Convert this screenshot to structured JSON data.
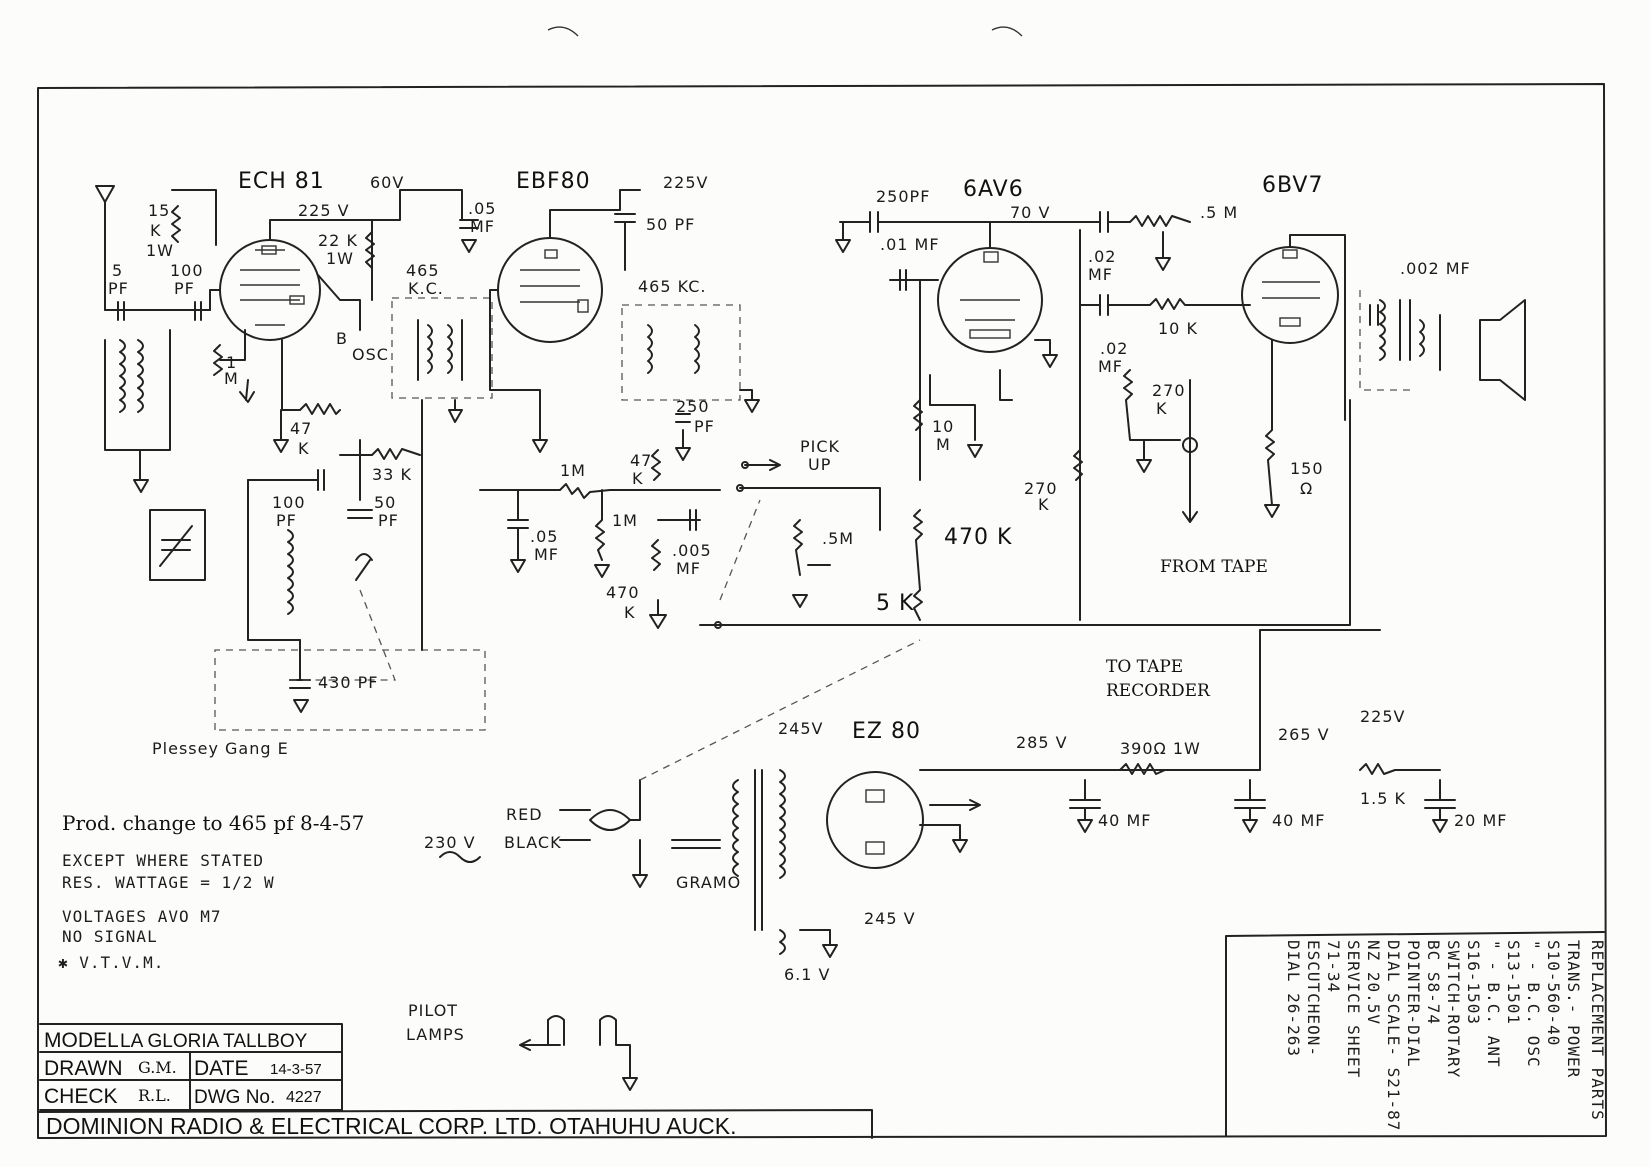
{
  "tubes": {
    "ech81": "ECH 81",
    "ebf80": "EBF80",
    "6av6": "6AV6",
    "6bv7": "6BV7",
    "ez80": "EZ 80"
  },
  "voltages": {
    "v60": "60V",
    "v225_ech": "225 V",
    "v225_ebf": "225V",
    "v70": "70 V",
    "v245_top": "245V",
    "v285": "285 V",
    "v265": "265 V",
    "v225_right": "225V",
    "v245_bot": "245 V",
    "v230": "230 V",
    "v6_1": "6.1 V"
  },
  "components": {
    "r15k": "15",
    "r15k_b": "K",
    "r15k_c": "1W",
    "c5pf_a": "5",
    "c5pf_b": "PF",
    "c100pf_a": "100",
    "c100pf_b": "PF",
    "r1m_a": "1",
    "r1m_b": "M",
    "r22k_a": "22 K",
    "r22k_b": "1W",
    "r47k_a": "47",
    "r47k_b": "K",
    "c05mf_a": ".05",
    "c05mf_b": "MF",
    "if465_a": "465",
    "if465_b": "K.C.",
    "r33k": "33 K",
    "c100pf2_a": "100",
    "c100pf2_b": "PF",
    "c50pf2_a": "50",
    "c50pf2_b": "PF",
    "c430": "430 PF",
    "c50pf": "50 PF",
    "if465kc": "465 KC.",
    "c250pf2_a": "250",
    "c250pf2_b": "PF",
    "r1m2": "1M",
    "r1m3": "1M",
    "c05mf2_a": ".05",
    "c05mf2_b": "MF",
    "r47k2_a": "47",
    "r47k2_b": "K",
    "c005_a": ".005",
    "c005_b": "MF",
    "r470k_a": "470",
    "r470k_b": "K",
    "pickup_a": "PICK",
    "pickup_b": "UP",
    "c250pf": "250PF",
    "c01mf": ".01 MF",
    "r10m_a": "10",
    "r10m_b": "M",
    "pot5m": ".5M",
    "r470k2": "470 K",
    "r5k": "5 K",
    "pot5m_top": ".5 M",
    "c02mf_a": ".02",
    "c02mf_b": "MF",
    "c02mf2_a": ".02",
    "c02mf2_b": "MF",
    "r10k": "10 K",
    "r270k_a": "270",
    "r270k_b": "K",
    "r270k2_a": "270",
    "r270k2_b": "K",
    "c002mf": ".002 MF",
    "r150_a": "150",
    "r150_b": "Ω",
    "r390": "390Ω  1W",
    "r15k2": "1.5 K",
    "c40mf_a": "40 MF",
    "c40mf_b": "40 MF",
    "c20mf": "20 MF",
    "red": "RED",
    "black": "BLACK",
    "gramo": "GRAMO",
    "osc": "OSC",
    "osc_b": "B",
    "pilot_a": "PILOT",
    "pilot_b": "LAMPS"
  },
  "annotations": {
    "from_tape": "FROM  TAPE",
    "to_tape_a": "TO TAPE",
    "to_tape_b": "RECORDER",
    "gang": "Plessey Gang E",
    "prod_change": "Prod. change to 465 pf 8-4-57",
    "except_a": "EXCEPT WHERE STATED",
    "except_b": "RES. WATTAGE = 1/2 W",
    "volt_a": "VOLTAGES   AVO M7",
    "volt_b": "NO SIGNAL",
    "vtvm": "✱ V.T.V.M."
  },
  "parts_list": {
    "heading": "REPLACEMENT PARTS",
    "rows": [
      "TRANS.- POWER",
      "     S10-560-40",
      "\"    - B.C. OSC",
      "         S13-1501",
      "\"    - B.C. ANT",
      "         S16-1503",
      "SWITCH-ROTARY",
      "BC        S8-74",
      "POINTER-DIAL",
      "DIAL SCALE-    S21-87",
      "          NZ 20.5V",
      "SERVICE SHEET",
      "                 71-34",
      "ESCUTCHEON-",
      "       DIAL    26-263"
    ]
  },
  "title_block": {
    "model_label": "MODEL",
    "model_value": "LA GLORIA TALLBOY",
    "drawn_label": "DRAWN",
    "drawn_value": "G.M.",
    "date_label": "DATE",
    "date_value": "14-3-57",
    "check_label": "CHECK",
    "check_value": "R.L.",
    "dwg_label": "DWG No.",
    "dwg_value": "4227",
    "company": "DOMINION RADIO & ELECTRICAL CORP. LTD. OTAHUHU AUCK."
  }
}
